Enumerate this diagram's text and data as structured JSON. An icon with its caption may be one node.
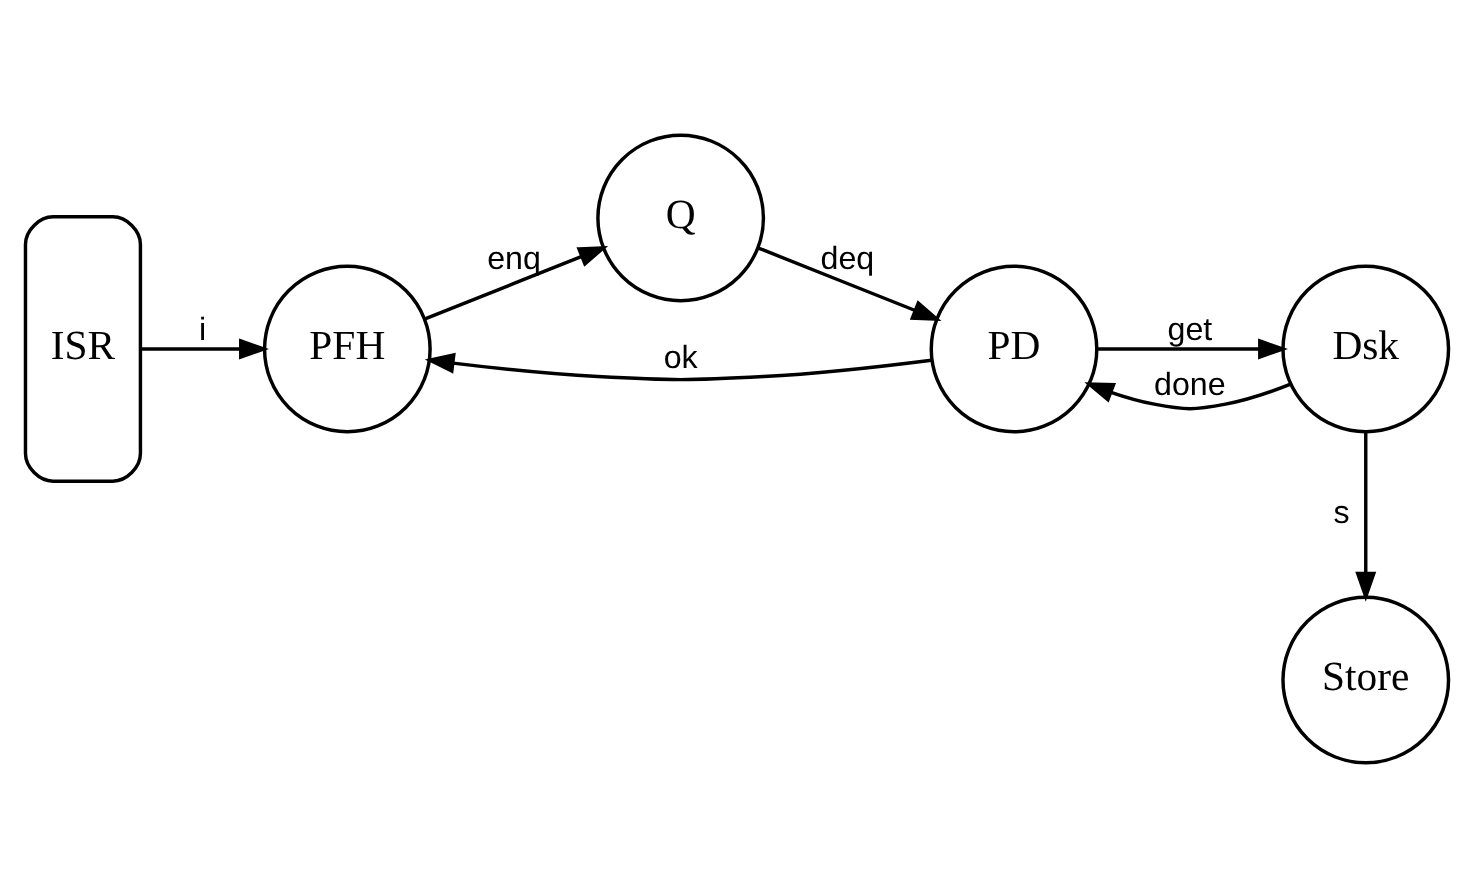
{
  "diagram": {
    "nodes": [
      {
        "text": [
          "ISR"
        ]
      },
      {
        "text": [
          "PFH"
        ]
      },
      {
        "text": [
          "Q"
        ]
      },
      {
        "text": [
          "PD"
        ]
      },
      {
        "text": [
          "Dsk"
        ]
      },
      {
        "text": [
          "Store"
        ]
      }
    ],
    "edges": [
      {
        "from": 0,
        "to": 1,
        "arrow": "to",
        "label": "i"
      },
      {
        "from": 1,
        "to": 2,
        "arrow": "to",
        "label": "enq"
      },
      {
        "from": 2,
        "to": 3,
        "arrow": "to",
        "label": "deq"
      },
      {
        "from": 3,
        "to": 4,
        "arrow": "to",
        "label": "get"
      },
      {
        "from": 4,
        "to": 3,
        "arrow": "to",
        "label": "done"
      },
      {
        "from": 4,
        "to": 5,
        "arrow": "to",
        "label": "s"
      },
      {
        "from": 3,
        "to": 1,
        "arrow": "to",
        "label": "ok"
      }
    ]
  }
}
